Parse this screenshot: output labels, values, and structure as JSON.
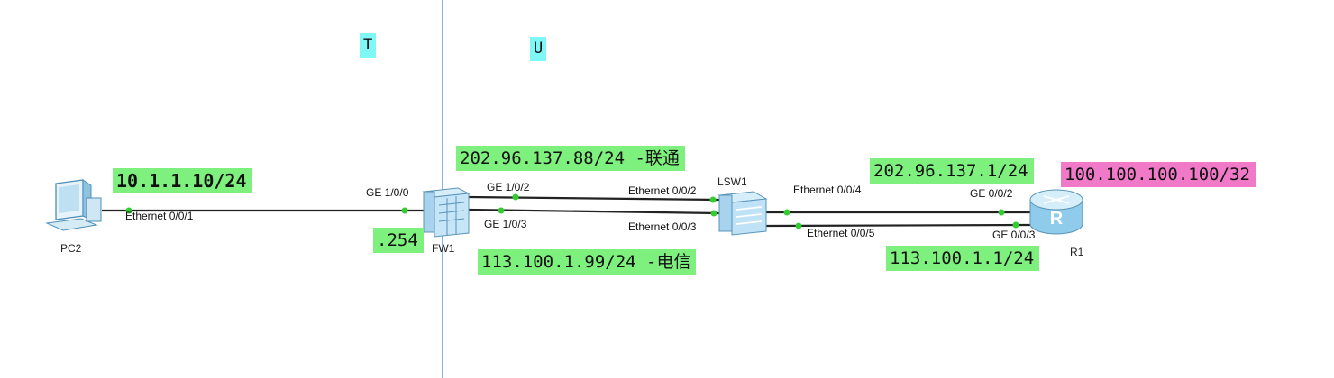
{
  "zones": {
    "left": "T",
    "right": "U"
  },
  "devices": {
    "pc": "PC2",
    "firewall": "FW1",
    "switch": "LSW1",
    "router": "R1"
  },
  "ports": {
    "pc_eth": "Ethernet 0/0/1",
    "fw_ge100": "GE 1/0/0",
    "fw_ge102": "GE 1/0/2",
    "fw_ge103": "GE 1/0/3",
    "sw_eth2": "Ethernet 0/0/2",
    "sw_eth3": "Ethernet 0/0/3",
    "sw_eth4": "Ethernet 0/0/4",
    "sw_eth5": "Ethernet 0/0/5",
    "r_ge2": "GE 0/0/2",
    "r_ge3": "GE 0/0/3"
  },
  "addresses": {
    "pc_ip": "10.1.1.10/24",
    "fw_inside": ".254",
    "fw_unicom": "202.96.137.88/24 -联通",
    "fw_telecom": "113.100.1.99/24 -电信",
    "r_unicom": "202.96.137.1/24",
    "r_telecom": "113.100.1.1/24",
    "r_loopback": "100.100.100.100/32"
  },
  "colors": {
    "ip_label": "#7ef07e",
    "loopback_label": "#f07ac8",
    "zone_tag": "#7ff7f7",
    "zone_divider": "#5b9bd5",
    "link": "#222222",
    "port_dot": "#33cc33"
  }
}
